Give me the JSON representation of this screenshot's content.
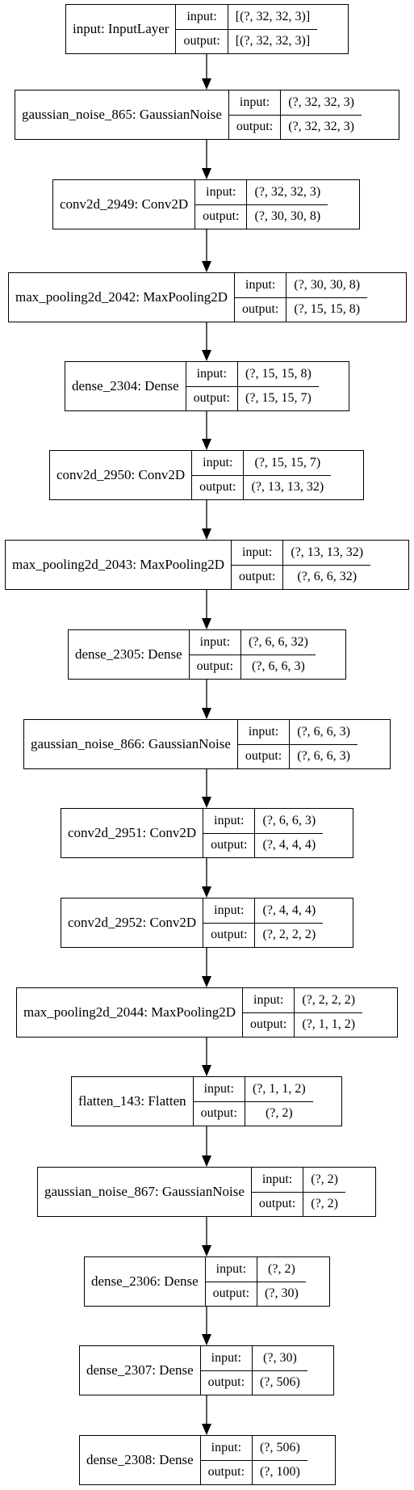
{
  "layers": [
    {
      "name": "input: InputLayer",
      "input_label": "input:",
      "output_label": "output:",
      "input": "[(?, 32, 32, 3)]",
      "output": "[(?, 32, 32, 3)]"
    },
    {
      "name": "gaussian_noise_865: GaussianNoise",
      "input_label": "input:",
      "output_label": "output:",
      "input": "(?, 32, 32, 3)",
      "output": "(?, 32, 32, 3)"
    },
    {
      "name": "conv2d_2949: Conv2D",
      "input_label": "input:",
      "output_label": "output:",
      "input": "(?, 32, 32, 3)",
      "output": "(?, 30, 30, 8)"
    },
    {
      "name": "max_pooling2d_2042: MaxPooling2D",
      "input_label": "input:",
      "output_label": "output:",
      "input": "(?, 30, 30, 8)",
      "output": "(?, 15, 15, 8)"
    },
    {
      "name": "dense_2304: Dense",
      "input_label": "input:",
      "output_label": "output:",
      "input": "(?, 15, 15, 8)",
      "output": "(?, 15, 15, 7)"
    },
    {
      "name": "conv2d_2950: Conv2D",
      "input_label": "input:",
      "output_label": "output:",
      "input": "(?, 15, 15, 7)",
      "output": "(?, 13, 13, 32)"
    },
    {
      "name": "max_pooling2d_2043: MaxPooling2D",
      "input_label": "input:",
      "output_label": "output:",
      "input": "(?, 13, 13, 32)",
      "output": "(?, 6, 6, 32)"
    },
    {
      "name": "dense_2305: Dense",
      "input_label": "input:",
      "output_label": "output:",
      "input": "(?, 6, 6, 32)",
      "output": "(?, 6, 6, 3)"
    },
    {
      "name": "gaussian_noise_866: GaussianNoise",
      "input_label": "input:",
      "output_label": "output:",
      "input": "(?, 6, 6, 3)",
      "output": "(?, 6, 6, 3)"
    },
    {
      "name": "conv2d_2951: Conv2D",
      "input_label": "input:",
      "output_label": "output:",
      "input": "(?, 6, 6, 3)",
      "output": "(?, 4, 4, 4)"
    },
    {
      "name": "conv2d_2952: Conv2D",
      "input_label": "input:",
      "output_label": "output:",
      "input": "(?, 4, 4, 4)",
      "output": "(?, 2, 2, 2)"
    },
    {
      "name": "max_pooling2d_2044: MaxPooling2D",
      "input_label": "input:",
      "output_label": "output:",
      "input": "(?, 2, 2, 2)",
      "output": "(?, 1, 1, 2)"
    },
    {
      "name": "flatten_143: Flatten",
      "input_label": "input:",
      "output_label": "output:",
      "input": "(?, 1, 1, 2)",
      "output": "(?, 2)"
    },
    {
      "name": "gaussian_noise_867: GaussianNoise",
      "input_label": "input:",
      "output_label": "output:",
      "input": "(?, 2)",
      "output": "(?, 2)"
    },
    {
      "name": "dense_2306: Dense",
      "input_label": "input:",
      "output_label": "output:",
      "input": "(?, 2)",
      "output": "(?, 30)"
    },
    {
      "name": "dense_2307: Dense",
      "input_label": "input:",
      "output_label": "output:",
      "input": "(?, 30)",
      "output": "(?, 506)"
    },
    {
      "name": "dense_2308: Dense",
      "input_label": "input:",
      "output_label": "output:",
      "input": "(?, 506)",
      "output": "(?, 100)"
    }
  ]
}
